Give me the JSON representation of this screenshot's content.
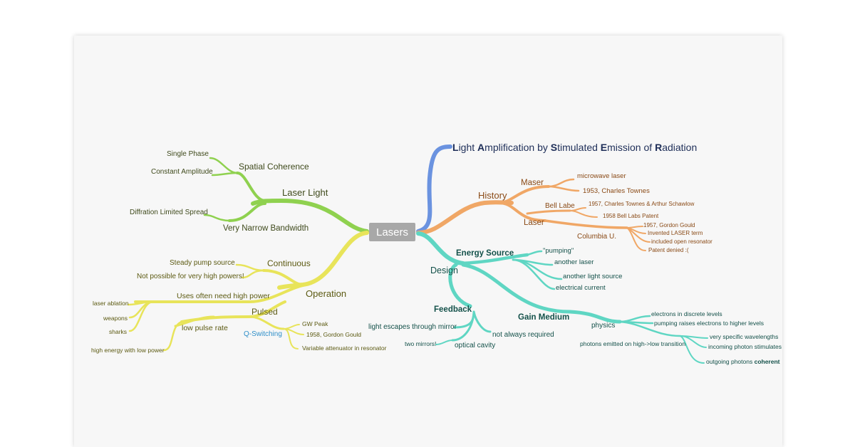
{
  "center": "Lasers",
  "acronym": {
    "L": "L",
    "p1": "ight ",
    "A": "A",
    "p2": "mplification by ",
    "S": "S",
    "p3": "timulated ",
    "E": "E",
    "p4": "mission of ",
    "R": "R",
    "p5": "adiation"
  },
  "laser_light": {
    "label": "Laser Light",
    "spatial": {
      "label": "Spatial Coherence",
      "items": [
        "Single Phase",
        "Constant Amplitude"
      ]
    },
    "narrow": {
      "label": "Very Narrow Bandwidth",
      "items": [
        "Diffration Limited Spread"
      ]
    }
  },
  "operation": {
    "label": "Operation",
    "continuous": {
      "label": "Continuous",
      "items": [
        "Steady pump source",
        "Not possible for very high powers!"
      ]
    },
    "uses": {
      "label": "Uses often need high power",
      "items": [
        "laser ablation",
        "weapons",
        "sharks"
      ]
    },
    "pulsed": {
      "label": "Pulsed",
      "low_rate": "low pulse rate",
      "high_energy": "high energy with low power",
      "qswitch": {
        "label": "Q-Switching",
        "items": [
          "GW Peak",
          "1958, Gordon Gould",
          "Variable attenuator in resonator"
        ]
      }
    }
  },
  "history": {
    "label": "History",
    "maser": {
      "label": "Maser",
      "items": [
        "microwave laser",
        "1953, Charles Townes"
      ]
    },
    "laser": {
      "label": "Laser",
      "bell": {
        "label": "Bell Labe",
        "items": [
          "1957, Charles Townes & Arthur Schawlow",
          "1958 Bell Labs Patent"
        ]
      },
      "columbia": {
        "label": "Columbia U.",
        "items": [
          "1957, Gordon Gould",
          "Invented LASER term",
          "included open resonator",
          "Patent denied :("
        ]
      }
    }
  },
  "design": {
    "label": "Design",
    "energy": {
      "label": "Energy Source",
      "items": [
        "\"pumping\"",
        "another laser",
        "another light source",
        "electrical current"
      ]
    },
    "feedback": {
      "label": "Feedback",
      "items": [
        "light escapes through mirror",
        "not always required",
        "optical cavity",
        "two mirrors!"
      ]
    },
    "gain": {
      "label": "Gain Medium",
      "physics": "physics",
      "items": [
        "electrons in discrete levels",
        "pumping raises electrons to higher levels",
        "photons emitted on high->low transition"
      ],
      "photon_items": [
        "very specific wavelengths",
        "incoming photon stimulates"
      ],
      "outgoing": "outgoing photons ",
      "coherent": "coherent"
    }
  },
  "colors": {
    "green": "#8fd14f",
    "yellow": "#e8e45a",
    "blue": "#6b93e0",
    "orange": "#f0a766",
    "teal": "#5fd6c3"
  }
}
